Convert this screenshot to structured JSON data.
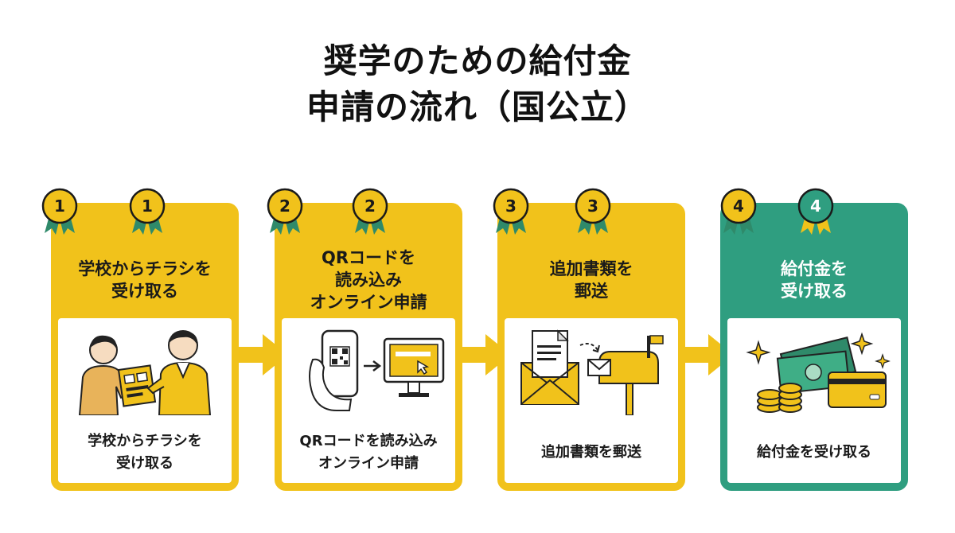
{
  "title": {
    "line1": "奨学のための給付金",
    "line2": "申請の流れ（国公立）"
  },
  "colors": {
    "yellow": "#f1c21b",
    "green": "#2f9e80",
    "ribbon_green": "#2f8a6a"
  },
  "steps": [
    {
      "number": "1",
      "heading": "学校からチラシを\n受け取る",
      "caption": "学校からチラシを\n受け取る",
      "icon": "students-flyer-icon"
    },
    {
      "number": "2",
      "heading": "QRコードを\n読み込み\nオンライン申請",
      "caption": "QRコードを読み込み\nオンライン申請",
      "icon": "phone-qr-computer-icon"
    },
    {
      "number": "3",
      "heading": "追加書類を\n郵送",
      "caption": "追加書類を郵送",
      "icon": "envelope-mailbox-icon"
    },
    {
      "number": "4",
      "heading": "給付金を\n受け取る",
      "caption": "給付金を受け取る",
      "icon": "money-card-icon"
    }
  ]
}
